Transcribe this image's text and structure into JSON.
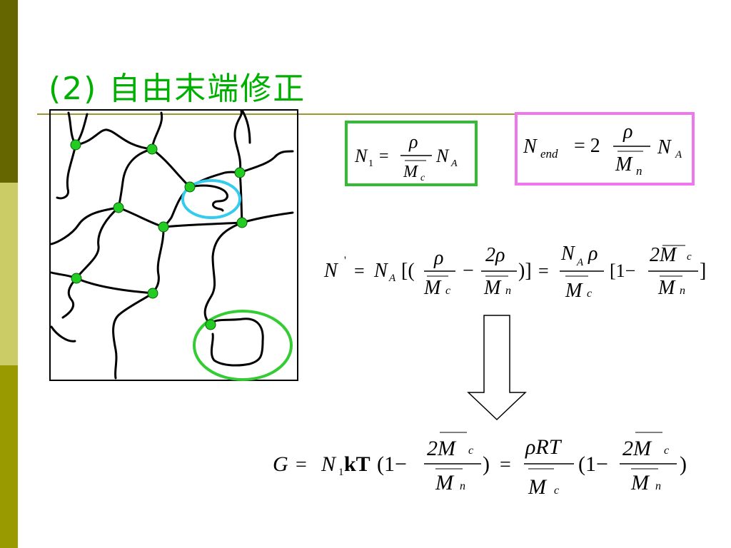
{
  "title": "(2)  自由末端修正",
  "colors": {
    "accent_green": "#00b000",
    "box_green": "#33bb33",
    "box_pink": "#ee77ee",
    "loop_cyan": "#33ccee",
    "crosslink_dot": "#22cc22"
  },
  "eq1": {
    "lhs": "N",
    "lhs_sub": "1",
    "eq": "=",
    "num": "ρ",
    "den": "M",
    "den_sub": "c",
    "rhs": "N",
    "rhs_sub": "A"
  },
  "eq2": {
    "lhs": "N",
    "lhs_sub": "end",
    "eq": "= 2",
    "num": "ρ",
    "den": "M",
    "den_sub": "n",
    "rhs": "N",
    "rhs_sub": "A"
  },
  "eq3": {
    "lhs": "N",
    "prime": "'",
    "eq": "=",
    "na": "N",
    "na_sub": "A",
    "open": "[(",
    "f1_num": "ρ",
    "f1_den": "M",
    "f1_den_sub": "c",
    "minus": "−",
    "f2_num": "2ρ",
    "f2_den": "M",
    "f2_den_sub": "n",
    "close": ")]",
    "eq2": "=",
    "f3_num": "N",
    "f3_num_sub": "A",
    "f3_num_rho": "ρ",
    "f3_den": "M",
    "f3_den_sub": "c",
    "bracket": "[1−",
    "f4_num": "2M",
    "f4_num_sub": "c",
    "f4_den": "M",
    "f4_den_sub": "n",
    "end": "]"
  },
  "eq4": {
    "lhs": "G",
    "eq": "=",
    "n1": "N",
    "n1_sub": "1",
    "kt": "kT",
    "open": "(1−",
    "f1_num": "2M",
    "f1_num_sub": "c",
    "f1_den": "M",
    "f1_den_sub": "n",
    "close": ")",
    "eq2": "=",
    "f2_num": "ρRT",
    "f2_den": "M",
    "f2_den_sub": "c",
    "open2": "(1−",
    "f3_num": "2M",
    "f3_num_sub": "c",
    "f3_den": "M",
    "f3_den_sub": "n",
    "close2": ")"
  }
}
